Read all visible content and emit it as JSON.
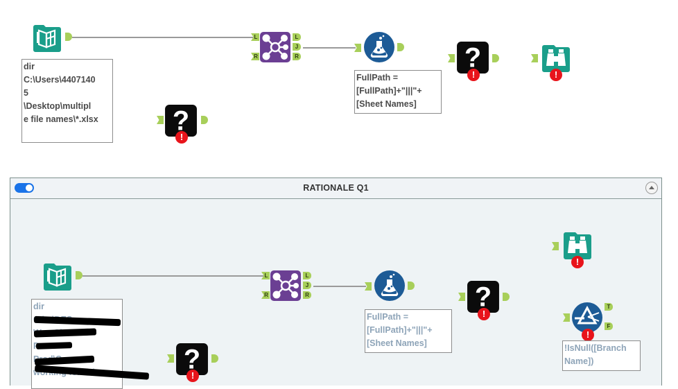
{
  "workflow": {
    "top": {
      "input_annotation": [
        "dir",
        "C:\\Users\\4407140",
        "5",
        "\\Desktop\\multipl",
        "e file names\\*.xlsx"
      ],
      "formula_annotation": [
        "FullPath =",
        "[FullPath]+\"|||\"+",
        "[Sheet Names]"
      ],
      "join_anchors": {
        "left_in": "L",
        "right_in": "R",
        "left_out": "L",
        "join_out": "J",
        "right_out": "R"
      }
    },
    "container": {
      "title": "RATIONALE Q1",
      "enabled": true,
      "input_annotation": [
        "dir",
        "C:\\...\\DES",
        "W ... Channel",
        "P...",
        "Prod\\C...",
        "working folder\\..."
      ],
      "formula_annotation": [
        "FullPath =",
        "[FullPath]+\"|||\"+",
        "[Sheet Names]"
      ],
      "filter_annotation": [
        "!IsNull([Branch",
        "Name])"
      ],
      "filter_anchors": {
        "true_out": "T",
        "false_out": "F"
      },
      "join_anchors": {
        "left_in": "L",
        "right_in": "R",
        "left_out": "L",
        "join_out": "J",
        "right_out": "R"
      }
    },
    "icons": {
      "input": "directory-input-icon",
      "join": "join-icon",
      "formula": "formula-flask-icon",
      "unknown": "unknown-tool-question-icon",
      "browse": "browse-binoculars-icon",
      "filter": "filter-prism-icon",
      "error": "error-exclamation-icon"
    },
    "error_glyph": "!",
    "colors": {
      "input_teal": "#1a9e8a",
      "join_purple": "#6b3f93",
      "formula_blue": "#1d5b96",
      "unknown_black": "#0b0b0b",
      "anchor_green": "#a8cf5a",
      "error_red": "#e8141b",
      "toggle_blue": "#1a73e8"
    }
  }
}
